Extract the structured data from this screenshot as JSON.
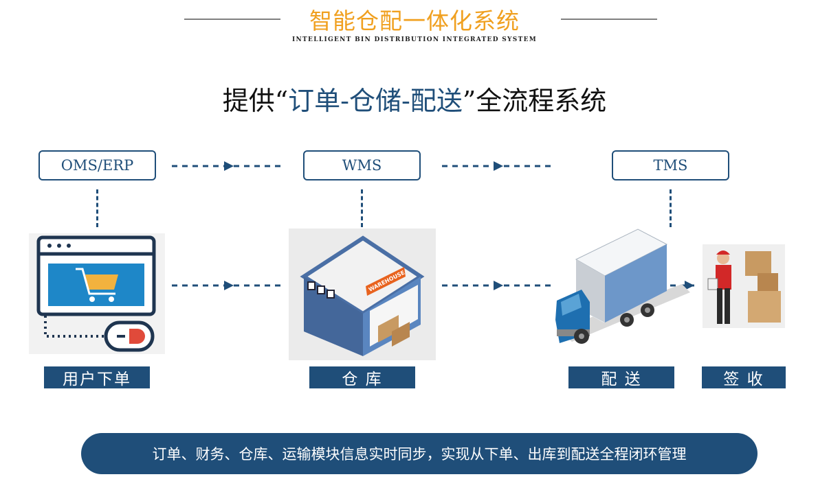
{
  "header": {
    "title": "智能仓配一体化系统",
    "subtitle": "INTELLIGENT BIN DISTRIBUTION INTEGRATED SYSTEM"
  },
  "headline": {
    "prefix": "提供“",
    "accent": "订单-仓储-配送",
    "suffix": "”全流程系统"
  },
  "systems": {
    "oms": "OMS/ERP",
    "wms": "WMS",
    "tms": "TMS"
  },
  "illustrations": {
    "warehouse_sign": "WAREHOUSE"
  },
  "stages": {
    "order": "用户下单",
    "warehouse": "仓 库",
    "delivery": "配 送",
    "signoff": "签 收"
  },
  "footer": {
    "text": "订单、财务、仓库、运输模块信息实时同步，实现从下单、出库到配送全程闭环管理"
  },
  "colors": {
    "brand_blue": "#1f4e79",
    "title_orange": "#f0a020"
  }
}
